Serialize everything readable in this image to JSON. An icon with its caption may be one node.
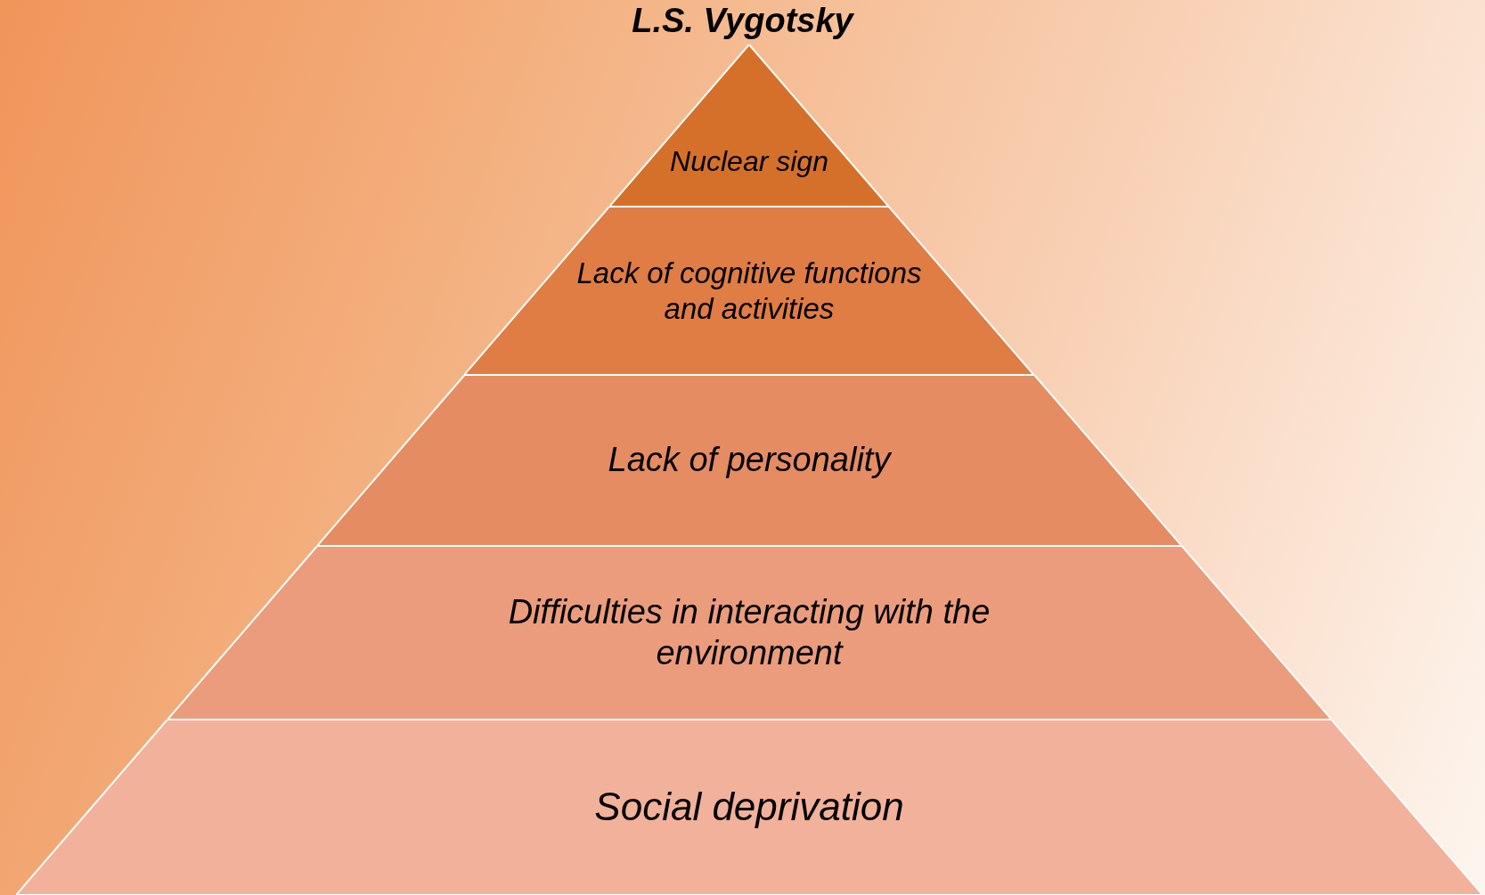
{
  "diagram": {
    "title": "L.S. Vygotsky",
    "nodes": [
      {
        "text": [
          "Nuclear sign"
        ]
      },
      {
        "text": [
          "Lack of cognitive functions and activities"
        ]
      },
      {
        "text": [
          "Lack of personality"
        ]
      },
      {
        "text": [
          "Difficulties in interacting with the environment"
        ]
      },
      {
        "text": [
          "Social deprivation"
        ]
      }
    ]
  }
}
